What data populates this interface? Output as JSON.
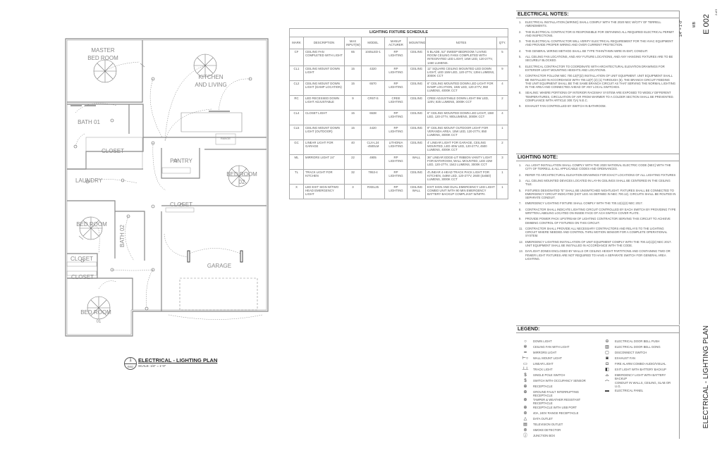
{
  "plan": {
    "rooms": {
      "master": "MASTER\nBED ROOM",
      "master_l1": "MASTER",
      "master_l2": "BED ROOM",
      "kitchen_l1": "KITCHEN",
      "kitchen_l2": "AND LIVING",
      "bath01": "BATH 01",
      "closet1": "CLOSET",
      "pantry": "PANTRY",
      "bedroom02": "BED ROOM",
      "bedroom02_num": "02",
      "laundry": "LAUNDRY",
      "closet2": "CLOSET",
      "bedroom": "BED ROOM",
      "bath02": "BATH 02",
      "closet3": "CLOSET",
      "closet4": "CLOSET",
      "garage": "GARAGE",
      "bedroom01": "BED ROOM",
      "bedroom01_num": "01",
      "range": "RANGE"
    },
    "caption": {
      "number": "1",
      "sheet": "E002",
      "title": "ELECTRICAL - LIGHTING PLAN",
      "scale": "SCALE: 1/4\" = 1'-0\""
    }
  },
  "schedule": {
    "title": "LIGHTING FIXTURE SCHEDULE",
    "headers": [
      "MARK",
      "DESCRIPTION",
      "MAX INPUT(W)",
      "MODEL",
      "MANUF ACTURER",
      "MOUNTING",
      "NOTES",
      "QTY."
    ],
    "rows": [
      {
        "mark": "CF",
        "desc": "CEILING FAN COMPLETED WITH LIGHT",
        "max": "65",
        "model": "1045LED-1",
        "manuf": "RP LIGHTING",
        "mount": "CEILING",
        "notes": "5 BLADE, 52\" SWEEP BEDROOM / LIVING ROOM CEILING FANS COMPLETED WITH INTEGRATED LED LIGHT, 16W LED, 120-277V, 1460 LUMENS.",
        "qty": "5"
      },
      {
        "mark": "CL1",
        "desc": "CEILING MOUNT DOWN LIGHT",
        "max": "15",
        "model": "4320",
        "manuf": "RP LIGHTING",
        "mount": "CEILING",
        "notes": "11\" SQUARE CEILING MOUNTED LED DOWN LIGHT, LED 15W LED, 120-277V, 1394 LUMENS, 3000K CCT",
        "qty": "9"
      },
      {
        "mark": "CL2",
        "desc": "CEILING MOUNT DOWN LIGHT (DAMP LOCATION)",
        "max": "15",
        "model": "6570",
        "manuf": "RP LIGHTING",
        "mount": "CEILING",
        "notes": "6\" CEILING MOUNTED DOWN LED LIGHT FOR DAMP LOCATION, 15W LED, 120-277V, 950 LUMENS, 4000K CCT",
        "qty": "4"
      },
      {
        "mark": "RC",
        "desc": "LED RECESSED DOWN LIGHT ADJUSTABLE",
        "max": "9",
        "model": "CR6T-S",
        "manuf": "CREE LIGHTING",
        "mount": "CEILING",
        "notes": "CREE ADJUSTABLE DOWN LIGHT 9W LED, 120V, 825 LUMENS, 3000K CCT",
        "qty": "2"
      },
      {
        "mark": "CL4",
        "desc": "CLOSET LIGHT",
        "max": "15",
        "model": "6538",
        "manuf": "RP LIGHTING",
        "mount": "CEILING",
        "notes": "6\" CEILING MOUNTED DOWN LED LIGHT, 15W LED, 120-277V, 900LUMENS, 3000K CCT",
        "qty": "4"
      },
      {
        "mark": "CL5",
        "desc": "CEILING MOUNT DOWN LIGHT (OUTDOOR)",
        "max": "15",
        "model": "4420",
        "manuf": "RP LIGHTING",
        "mount": "CEILING",
        "notes": "9\" CEILING MOUNT OUTDOOR LIGHT FOR VERANDA AREA, 15W LED, 120-277V, 850 LUMENS, 3000K CCT",
        "qty": "1"
      },
      {
        "mark": "GC",
        "desc": "LINEAR LIGHT FOR GARAGE",
        "max": "40",
        "model": "CLX-L24 -4500LM",
        "manuf": "LITHONIA LIGHTING",
        "mount": "CEILING",
        "notes": "4' LINEAR LIGHT FOR GARAGE, CEILING MOUNTED, LED 40W LED, 120-277V, 4500 LUMENS, 4000K CCT",
        "qty": "2"
      },
      {
        "mark": "ML",
        "desc": "MIRRORS LIGHT 24\"",
        "max": "22",
        "model": "4905",
        "manuf": "RP LIGHTING",
        "mount": "WALL",
        "notes": "36\" LINEAR EDGE-LIT RIBBON VANITY LIGHT FOR BATHROOM, WALL MOUNTED, LED 22W LED, 120-277V, 1542 LUMENS, 3000K CCT",
        "qty": "3"
      },
      {
        "mark": "TL",
        "desc": "TRACK LIGHT FOR KITCHEN",
        "max": "32",
        "model": "7953-4",
        "manuf": "RP LIGHTING",
        "mount": "CEILING",
        "notes": "4'LINEAR 4-HEAD TRACK PACK LIGHT FOR KITCHEN, 4x8W LED, 120-277V, 2600 (4x650) LUMENS, 3000K CCT",
        "qty": "1"
      },
      {
        "mark": "X",
        "desc": "LED EXIT SIGN W/TWO HEAD EMERGENCY LIGHT",
        "max": "3",
        "model": "RXEL25",
        "manuf": "RP LIGHTING",
        "mount": "CEILING WALL",
        "notes": "EXIT SIGN AND DUAL EMERGENCY LED LIGHT COMBO UNIT WITH 90 MIN EMERGENCY BATTERY BACKUP COMPLIANT W/NFPA",
        "qty": "1"
      }
    ]
  },
  "electrical_notes": {
    "title": "ELECTRICAL NOTES:",
    "items": [
      {
        "n": "1.",
        "t": "ELECTRICAL INSTALLATION (WIRING) SHALL COMPLY WITH THE 2020 NEC W/CITY OF TERRELL AMENDMENTS."
      },
      {
        "n": "2.",
        "t": "THE ELECTRICAL CONTRACTOR IS RESPONSIBLE FOR OBTAINING ALL REQUIRED ELECTRICAL PERMIT AND INSPECTIONS."
      },
      {
        "n": "3.",
        "t": "THE ELECTRICAL CONTRACTOR WILL VERIFY ELECTRICAL REQUIREMENT FOR THE HVAC EQUIPMENT AND PROVIDE PROPER WIRING AND OVER CURRENT PROTECTION."
      },
      {
        "n": "4.",
        "t": "THE GENERAL WIRING METHOD SHALL BE TYPE THHN/THWN WIRE IN EMT, CONDUIT."
      },
      {
        "n": "5.",
        "t": "ALL CEILING FAN LOCATIONS, AND ANY FUTURE LOCATIONS, AND ANY HANGING FIXTURES ARE TO BE SECURELY BLOCKED."
      },
      {
        "n": "6.",
        "t": "ELECTRICAL CONTRACTOR TO COORDINATE WITH ARCHITECTURAL ELEVATION DRAWINGS FOR EXTERIOR LIGHT MOUNTING HEIGHTS AND LOCATIONS."
      },
      {
        "n": "7.",
        "t": "CONTRACTOR FOLLOW NEC 700.12(F)(2) INSTALLATION OF UNIT EQUIPMENT. UNIT EQUIPMENT SHALL BE INSTALLED IN ACCORDANCE WITH 700.12(F) (2) (1) THROUGH (6). THE BRANCH CIRCUIT FEEDING THE UNIT EQUIPMENT SHALL BE THE SAME BRANCH CIRCUIT AS THAT SERVING THE NORMAL LIGHTING IN THE AREA AND CONNECTED AHEAD OF ANY LOCAL SWITCHES."
      },
      {
        "n": "8.",
        "t": "SEALING: WHERE PORTIONS OF INTERIOR RACEWAY SYSTEM ARE EXPOSED TO WIDELY DIFFERENT TEMPERATURES, CIRCULATION OF AIR FROM WARMER TO A COLDER SECTION SHALL BE PREVENTED. COMPLIANCE WITH ARTICLE 300.7(A) N.E.C."
      },
      {
        "n": "9.",
        "t": "EXHAUST FAN CONTROLLED BY SWITCH IN BATHROOM."
      }
    ]
  },
  "lighting_notes": {
    "title": "LIGHTING NOTE:",
    "items": [
      {
        "n": "1.",
        "t": "ALL LIGHT INSTALLATION SHALL COMPLY WITH THE 2020 NATIONAL ELECTRIC CODE (NEC) WITH THE CITY OF TERRELL & ALL APPLICABLE CODES AND ORDINANCES."
      },
      {
        "n": "2.",
        "t": "REFER TO ARCHITECTURAL ELEVATION DRAWINGS FOR EXACT LOCATIONS OF ALL LIGHTING FIXTURES"
      },
      {
        "n": "3.",
        "t": "ALL CEILING MOUNTED DEVICES LOCATED IN LAY-IN CEILINGS SHALL BE CENTERED IN THE CEILING TILE."
      },
      {
        "n": "5.",
        "t": "FIXTURES DESIGNATED \"E\" SHALL BE UNSWITCHED NIGHTLIGHT. FIXTURES SHALL BE CONNECTED TO EMERGENCY CIRCUIT INDICATED (HOT LEG AS DEFINED IN NEC 700.12). CIRCUITS SHALL BE ROUTED IN SEPARATE CONDUIT."
      },
      {
        "n": "7.",
        "t": "EMERGENCY LIGHTING FIXTURE SHALL COMPLY WITH THE 700.12(1)(2) NEC 2017."
      },
      {
        "n": "8.",
        "t": "CONTRACTOR SHALL INDICATE LIGHTING CIRCUIT CONTROLLED BY EACH SWITCH BY PROVIDING TYPE WRITTEN LABELING LOCATED ON INSIDE FACE OF ACH SWITCH COVER PLATE."
      },
      {
        "n": "9.",
        "t": "PROVIDE POWER PACK UPSTREAM OF LIGHTING CONTRACTOR SERVING THIS CIRCUIT TO ACHIEVE DIMMING CONTROL OF FIXTURES ON THIS CIRCUIT."
      },
      {
        "n": "11.",
        "t": "CONTRACTOR SHALL PROVIDE ALL NECESSARY CONTRACTORS AND RELAYS TO THE LIGHTING CIRCUIT WHERE NEEDED AND CONTROL THRU MOTION SENSOR FOR A COMPLETE OPERATIONAL SYSTEM."
      },
      {
        "n": "12.",
        "t": "EMERGENCY LIGHTING INSTALLATION OF UNIT EQUIPMENT COMPLY WITH THE 700.12(1)(2) NEC 2017. UNIT EQUIPMENT SHALL BE INSTALLED IN ACCORDANCE WITH THE CODE."
      },
      {
        "n": "13.",
        "t": "DAYLIGHT ZONES ENCLOSED BY WALLS OR CEILING HEIGHT PARTITIONS AND CONTAINING TWO OR FEWER LIGHT FIXTURES ARE NOT REQUIRED TO HAVE A SEPARATE SWITCH FOR GENERAL AREA LIGHTING."
      }
    ]
  },
  "legend": {
    "title": "LEGEND:",
    "left": [
      {
        "icon": "○",
        "name": "down-light-icon",
        "t": "DOWN LIGHT"
      },
      {
        "icon": "✲",
        "name": "ceiling-fan-icon",
        "t": "CEILING FAN WITH LIGHT"
      },
      {
        "icon": "━",
        "name": "mirror-light-icon",
        "t": "MIRRORS LIGHT"
      },
      {
        "icon": "⊢○",
        "name": "wall-mount-light-icon",
        "t": "WALL MOUNT LIGHT"
      },
      {
        "icon": "▭",
        "name": "linear-light-icon",
        "t": "LINEAR LIGHT"
      },
      {
        "icon": "┴┴",
        "name": "track-light-icon",
        "t": "TRACK LIGHT"
      },
      {
        "icon": "$",
        "name": "single-pole-switch-icon",
        "t": "SINGLE POLE SWITCH"
      },
      {
        "icon": "$",
        "name": "occupancy-switch-icon",
        "t": "SWITCH  WITH OCCUPANCY SENSOR"
      },
      {
        "icon": "⊕",
        "name": "receptacle-icon",
        "t": "RECEPTACLE"
      },
      {
        "icon": "⊕",
        "name": "gfi-receptacle-icon",
        "t": "GROUND FAULT INTERRUPTING RECEPTACLE"
      },
      {
        "icon": "⊕",
        "name": "weather-receptacle-icon",
        "t": "TAMPER & WEATHER RESISTANT RECEPTACLE"
      },
      {
        "icon": "⊕",
        "name": "usb-receptacle-icon",
        "t": "RECEPTACLE WITH USB PORT"
      },
      {
        "icon": "⊛",
        "name": "range-receptacle-icon",
        "t": "40A, 240V RANGE RECEPTACLE"
      },
      {
        "icon": "△",
        "name": "data-outlet-icon",
        "t": "DATA OUTLET"
      },
      {
        "icon": "▤",
        "name": "tv-outlet-icon",
        "t": "TELEVISION OUTLET"
      },
      {
        "icon": "⊚",
        "name": "smoke-detector-icon",
        "t": "SMOKE DETECTOR"
      },
      {
        "icon": "ⓙ",
        "name": "junction-box-icon",
        "t": "JUNCTION BOX"
      }
    ],
    "right": [
      {
        "icon": "⊖",
        "name": "door-bell-push-icon",
        "t": "ELECTRICAL DOOR BELL PUSH"
      },
      {
        "icon": "▥",
        "name": "door-bell-gong-icon",
        "t": "ELECTRICAL DOOR BELL GONG"
      },
      {
        "icon": "▢",
        "name": "disconnect-switch-icon",
        "t": "DISCONNECT SWITCH"
      },
      {
        "icon": "◙",
        "name": "exhaust-fan-icon",
        "t": "EXHAUST FAN"
      },
      {
        "icon": "◘",
        "name": "fire-alarm-icon",
        "t": "FIRE ALARM COMBO-AUDIO/VISUAL"
      },
      {
        "icon": "◧",
        "name": "exit-light-icon",
        "t": "EXIT LIGHT WITH BATTERY BACKUP"
      },
      {
        "icon": "⌓",
        "name": "emergency-light-icon",
        "t": "EMERGENCY LIGHT WITH BATTERY BACKUP"
      },
      {
        "icon": "⌒",
        "name": "conduit-icon",
        "t": "CONDUIT IN WALLS, CEILING, SLAB OR U.G."
      },
      {
        "icon": "▬",
        "name": "electrical-panel-icon",
        "t": "ELECTRICAL PANEL"
      }
    ]
  },
  "title_block": {
    "scale": "1/4\" = 1'-0\"",
    "drawn_by": "WB",
    "sheet": "E 002",
    "sheet_of": "2 of 5",
    "sheet_title": "ELECTRICAL - LIGHTING PLAN"
  }
}
